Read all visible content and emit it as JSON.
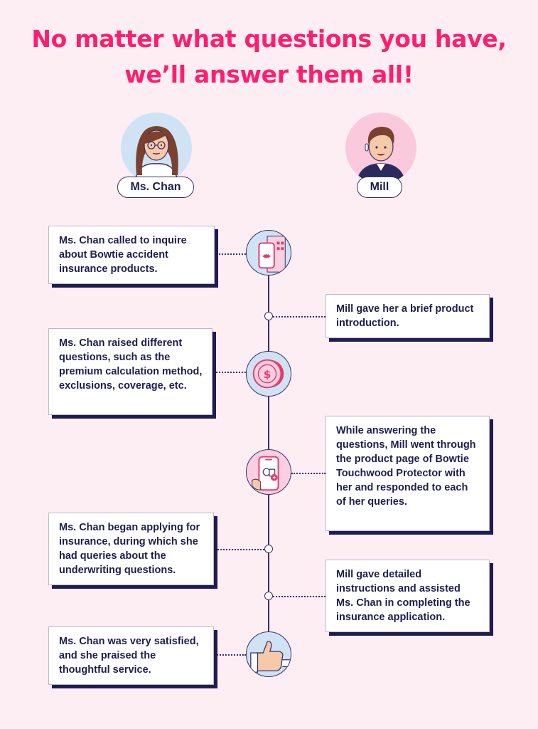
{
  "title_line1": "No matter what questions you have,",
  "title_line2": "we’ll answer them all!",
  "people": {
    "left": {
      "name": "Ms. Chan"
    },
    "right": {
      "name": "Mill"
    }
  },
  "steps": [
    {
      "side": "left",
      "text": "Ms. Chan called to inquire about Bowtie accident insurance products."
    },
    {
      "side": "right",
      "text": "Mill gave her a brief product introduction."
    },
    {
      "side": "left",
      "text": "Ms. Chan raised different questions, such as the premium calculation method, exclusions, coverage, etc."
    },
    {
      "side": "right",
      "text": "While answering the questions, Mill  went through the product page of Bowtie Touchwood Protector with her and responded to each of her queries."
    },
    {
      "side": "left",
      "text": "Ms. Chan began applying for insurance, during which she had queries about the underwriting questions."
    },
    {
      "side": "right",
      "text": "Mill gave detailed instructions and assisted Ms. Chan in completing the insurance application."
    },
    {
      "side": "left",
      "text": "Ms. Chan was very satisfied, and she praised the thoughtful service."
    }
  ],
  "icons": [
    "building-phone-icon",
    "dollar-coin-icon",
    "phone-coin-icon",
    "thumbs-up-icon"
  ],
  "colors": {
    "accent": "#ff1e6e",
    "navy": "#1f1d4e",
    "background": "#fdeef4"
  }
}
